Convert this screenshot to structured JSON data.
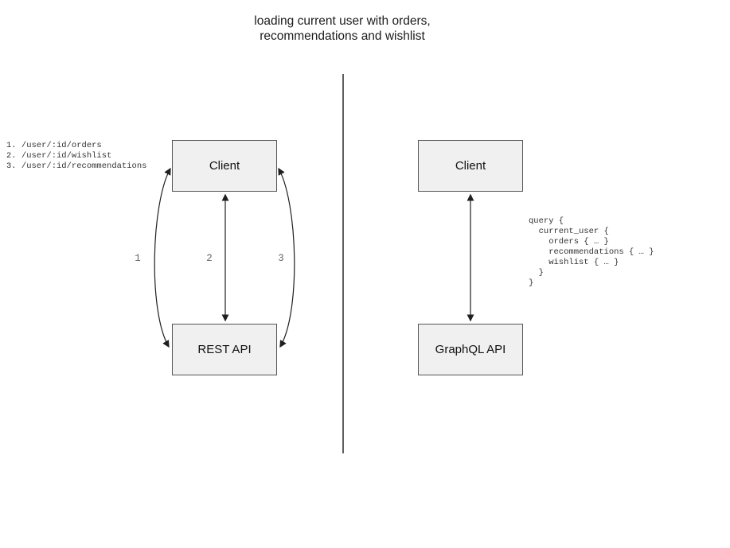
{
  "title": {
    "line1": "loading current user with orders,",
    "line2": "recommendations and wishlist"
  },
  "left_diagram": {
    "endpoints": "1. /user/:id/orders\n2. /user/:id/wishlist\n3. /user/:id/recommendations",
    "client_label": "Client",
    "api_label": "REST API",
    "arrow_labels": [
      "1",
      "2",
      "3"
    ]
  },
  "right_diagram": {
    "client_label": "Client",
    "api_label": "GraphQL API",
    "query": "query {\n  current_user {\n    orders { … }\n    recommendations { … }\n    wishlist { … }\n  }\n}"
  },
  "colors": {
    "box_fill": "#f0f0f0",
    "box_border": "#565656",
    "arrow": "#1f1f1f",
    "code_text": "#333333",
    "label_gray": "#666666"
  }
}
